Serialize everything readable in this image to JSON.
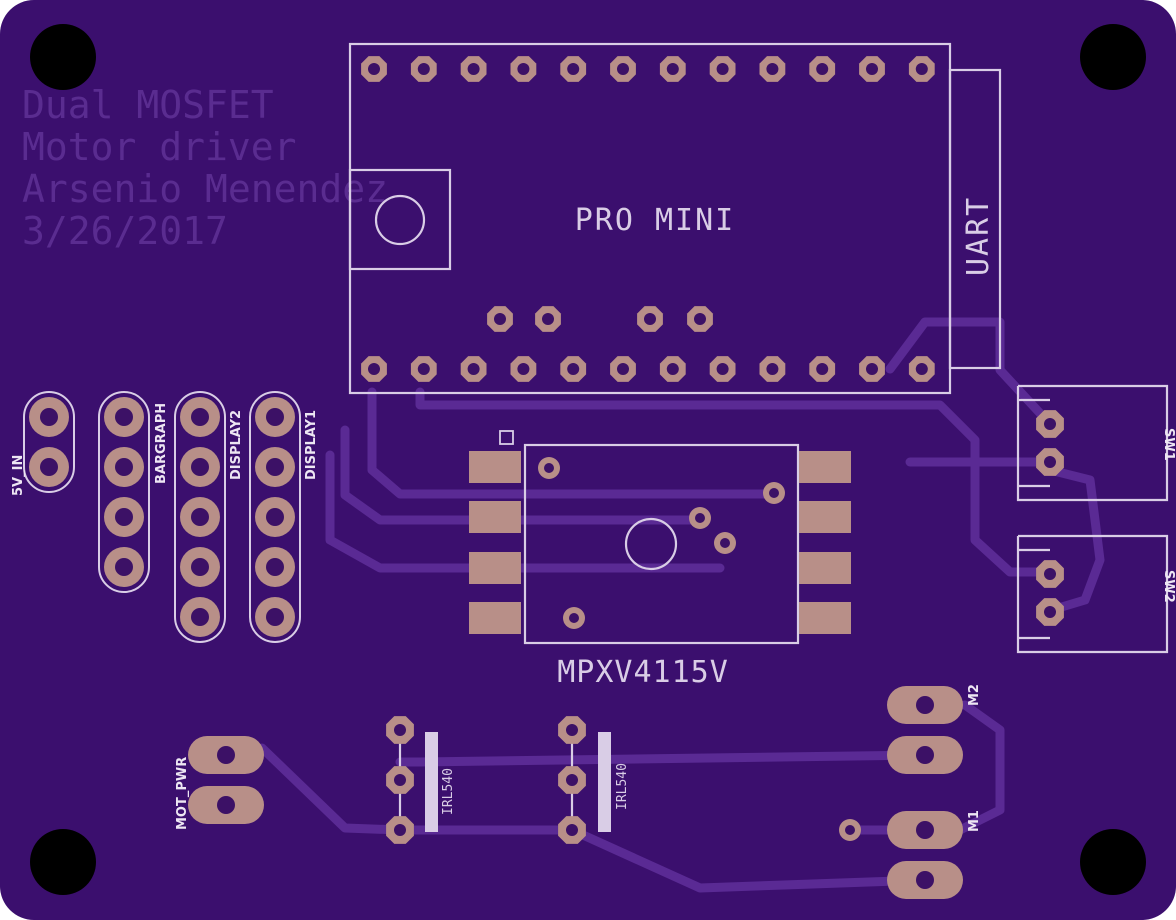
{
  "board": {
    "background_color": "#3b0f6e",
    "silkscreen_color": "#d9cde6",
    "pad_color": "#b88f88",
    "trace_color": "#5a2a94"
  },
  "notes": {
    "line1": "Dual MOSFET",
    "line2": "Motor driver",
    "line3": "Arsenio Menendez",
    "line4": "3/26/2017"
  },
  "components": {
    "pro_mini": "PRO MINI",
    "uart": "UART",
    "sensor": "MPXV4115V",
    "mosfet1": "IRL540",
    "mosfet2": "IRL540"
  },
  "connectors": {
    "power_in": "5V_IN",
    "bargraph": "BARGRAPH",
    "display2": "DISPLAY2",
    "display1": "DISPLAY1",
    "motor_power": "MOT_PWR",
    "m1": "M1",
    "m2": "M2",
    "sw1": "SW1",
    "sw2": "SW2"
  },
  "icons": [
    "mounting-hole-icon",
    "pad-icon",
    "via-icon"
  ]
}
